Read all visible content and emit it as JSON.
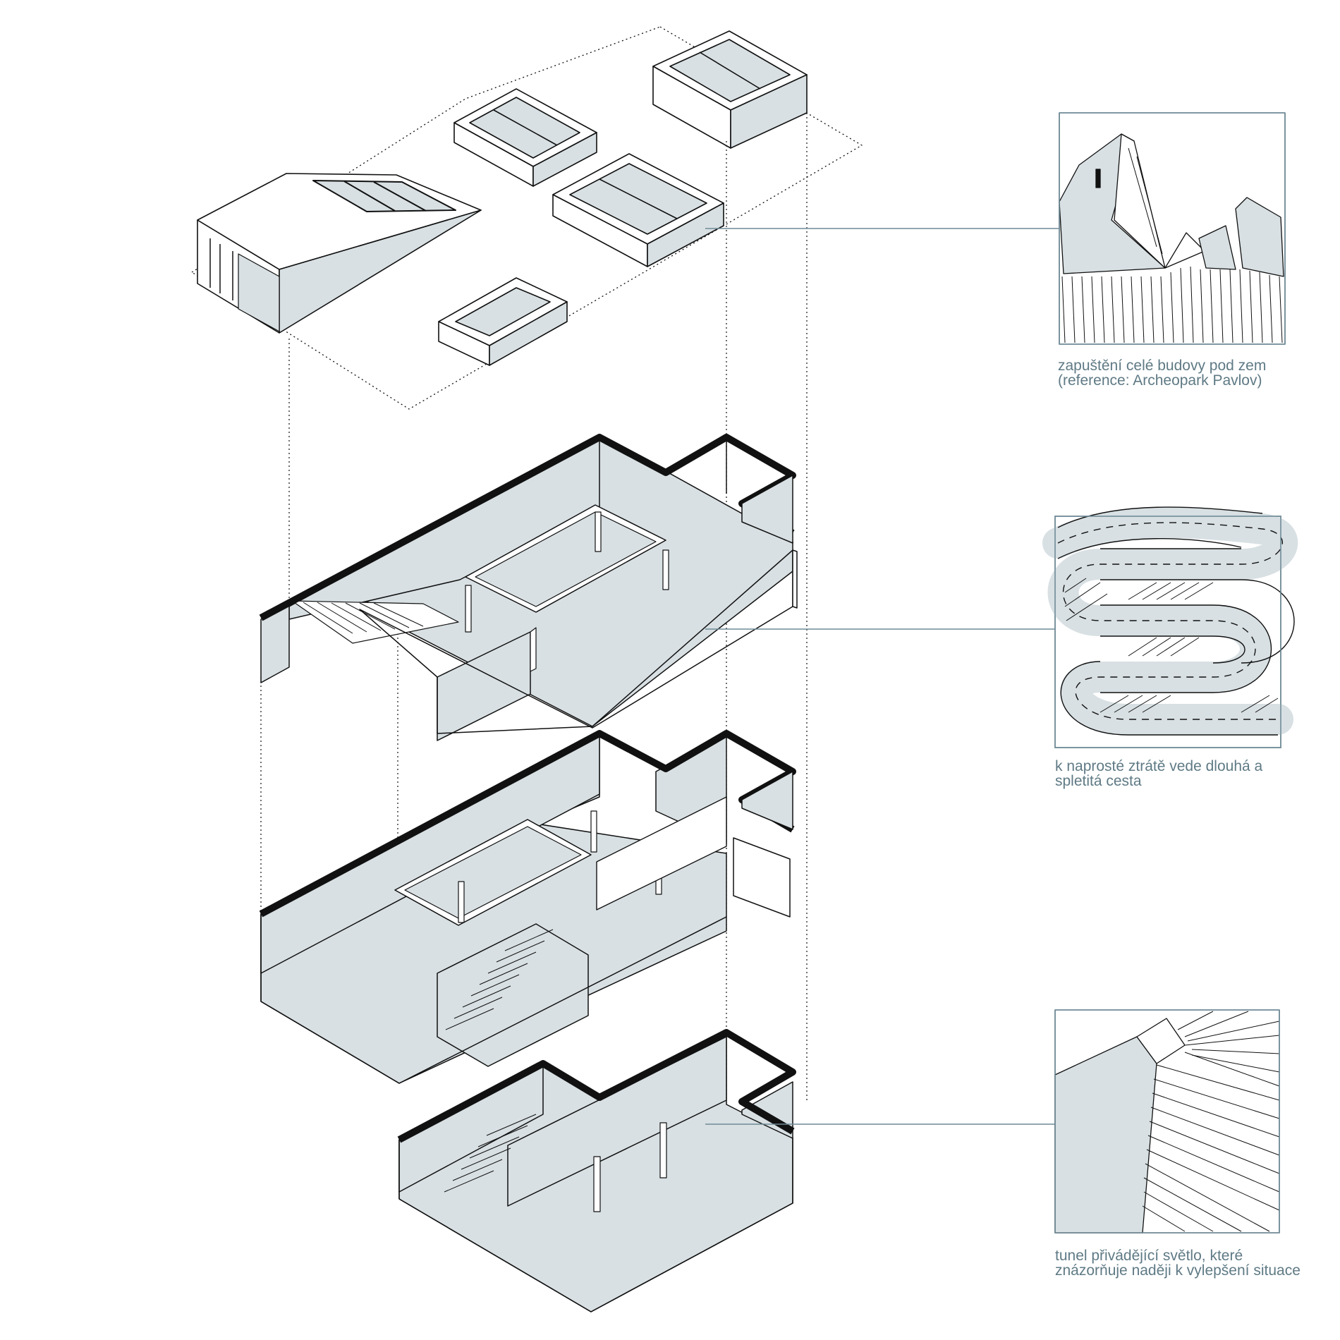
{
  "colors": {
    "fill": "#d8e0e3",
    "ink": "#111111",
    "leader": "#6f8a96",
    "caption": "#5f7a85",
    "paper": "#ffffff"
  },
  "references": [
    {
      "id": "ref-archeopark",
      "icon": "buried-building-sketch-icon",
      "caption": "zapuštění celé budovy pod zem (reference: Archeopark Pavlov)"
    },
    {
      "id": "ref-winding-road",
      "icon": "winding-road-sketch-icon",
      "caption": "k naprosté ztrátě vede dlouhá a spletitá cesta"
    },
    {
      "id": "ref-light-tunnel",
      "icon": "light-tunnel-sketch-icon",
      "caption": "tunel přivádějící světlo, které znázorňuje naději k vylepšení situace"
    }
  ]
}
